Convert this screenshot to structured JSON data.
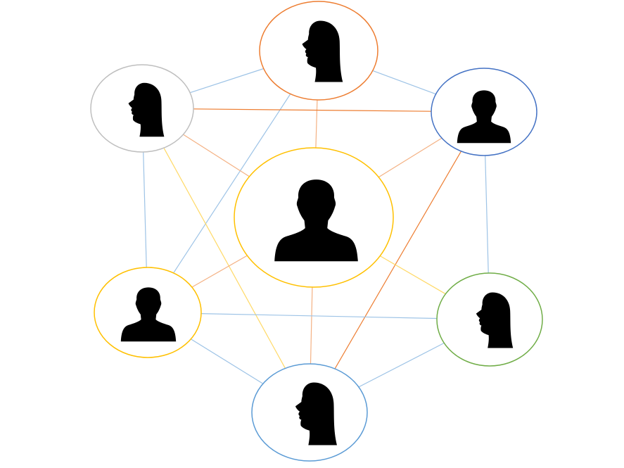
{
  "diagram": {
    "type": "network",
    "nodes": [
      {
        "id": "top",
        "figure": "female-profile",
        "ring_color": "#ED7D31"
      },
      {
        "id": "top-left",
        "figure": "female-profile",
        "ring_color": "#BFBFBF"
      },
      {
        "id": "top-right",
        "figure": "male-front",
        "ring_color": "#4472C4"
      },
      {
        "id": "center",
        "figure": "male-front",
        "ring_color": "#FFC000"
      },
      {
        "id": "bottom-left",
        "figure": "male-front",
        "ring_color": "#FFC000"
      },
      {
        "id": "bottom-right",
        "figure": "female-profile",
        "ring_color": "#70AD47"
      },
      {
        "id": "bottom",
        "figure": "female-profile",
        "ring_color": "#5B9BD5"
      }
    ],
    "edges": [
      {
        "from": "top",
        "to": "top-left",
        "color": "#9DC3E6"
      },
      {
        "from": "top",
        "to": "top-right",
        "color": "#9DC3E6"
      },
      {
        "from": "top",
        "to": "center",
        "color": "#F4B183"
      },
      {
        "from": "top",
        "to": "bottom-left",
        "color": "#9DC3E6"
      },
      {
        "from": "top-left",
        "to": "top-right",
        "color": "#ED7D31"
      },
      {
        "from": "top-left",
        "to": "center",
        "color": "#F4B183"
      },
      {
        "from": "top-left",
        "to": "bottom-left",
        "color": "#9DC3E6"
      },
      {
        "from": "top-left",
        "to": "bottom",
        "color": "#FFD966"
      },
      {
        "from": "top-right",
        "to": "center",
        "color": "#F4B183"
      },
      {
        "from": "top-right",
        "to": "bottom-right",
        "color": "#9DC3E6"
      },
      {
        "from": "top-right",
        "to": "bottom",
        "color": "#ED7D31"
      },
      {
        "from": "center",
        "to": "bottom-left",
        "color": "#F4B183"
      },
      {
        "from": "center",
        "to": "bottom-right",
        "color": "#FFD966"
      },
      {
        "from": "center",
        "to": "bottom",
        "color": "#F4B183"
      },
      {
        "from": "bottom-left",
        "to": "bottom-right",
        "color": "#9DC3E6"
      },
      {
        "from": "bottom-left",
        "to": "bottom",
        "color": "#9DC3E6"
      },
      {
        "from": "bottom-right",
        "to": "bottom",
        "color": "#9DC3E6"
      }
    ]
  }
}
